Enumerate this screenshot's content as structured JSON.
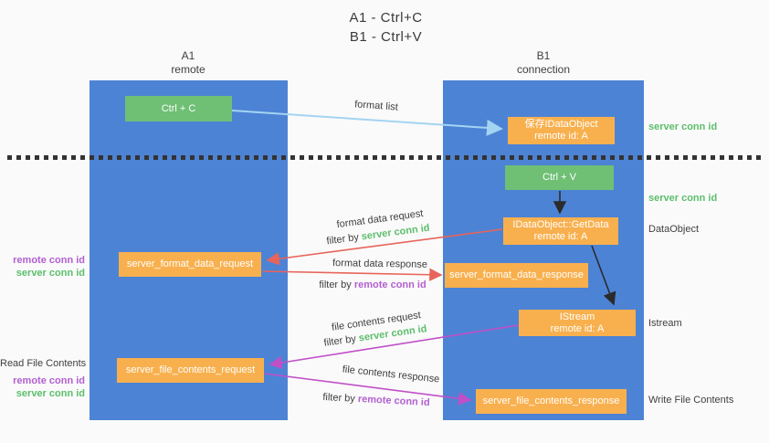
{
  "title": {
    "line1": "A1 - Ctrl+C",
    "line2": "B1 - Ctrl+V"
  },
  "lanes": {
    "left": {
      "name": "A1",
      "role": "remote"
    },
    "right": {
      "name": "B1",
      "role": "connection"
    }
  },
  "nodes": {
    "ctrl_c": {
      "label": "Ctrl + C"
    },
    "save_dataobject": {
      "line1": "保存IDataObject",
      "line2": "remote id: A"
    },
    "ctrl_v": {
      "label": "Ctrl + V"
    },
    "getdata": {
      "line1": "IDataObject::GetData",
      "line2": "remote id: A"
    },
    "format_request": {
      "label": "server_format_data_request"
    },
    "format_response": {
      "label": "server_format_data_response"
    },
    "istream": {
      "line1": "IStream",
      "line2": "remote id: A"
    },
    "file_request": {
      "label": "server_file_contents_request"
    },
    "file_response": {
      "label": "server_file_contents_response"
    }
  },
  "edges": {
    "format_list": {
      "label": "format list"
    },
    "format_data_request": {
      "label": "format data request",
      "filter_prefix": "filter by",
      "filter_value": "server conn id"
    },
    "format_data_response": {
      "label": "format data response",
      "filter_prefix": "filter by",
      "filter_value": "remote conn id"
    },
    "file_contents_request": {
      "label": "file contents request",
      "filter_prefix": "filter by",
      "filter_value": "server conn id"
    },
    "file_contents_response": {
      "label": "file contents response",
      "filter_prefix": "filter by",
      "filter_value": "remote conn id"
    }
  },
  "annotations": {
    "right": {
      "server_conn_id_top": "server conn id",
      "server_conn_id_mid": "server conn id",
      "dataobject": "DataObject",
      "istream": "Istream",
      "write_file_contents": "Write File Contents"
    },
    "left": {
      "remote_conn_id_top": "remote conn id",
      "server_conn_id_top": "server conn id",
      "read_file_contents": "Read File Contents",
      "remote_conn_id_bottom": "remote conn id",
      "server_conn_id_bottom": "server conn id"
    }
  },
  "colors": {
    "lane_blue": "#4d83d5",
    "box_green": "#6fbf75",
    "box_orange": "#f8b04e",
    "text_green": "#5cbe6b",
    "text_purple": "#b35fd1",
    "arrow_red": "#e8645a",
    "arrow_magenta": "#c050c8",
    "arrow_lightblue": "#a3d4f2",
    "arrow_black": "#2b2b2b",
    "background": "#fafafa"
  }
}
